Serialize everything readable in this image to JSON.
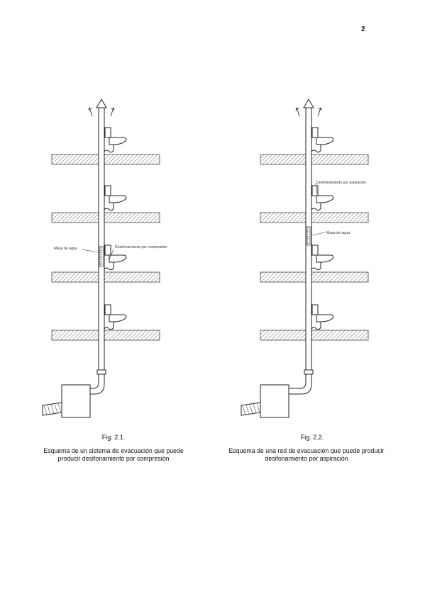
{
  "page_number": "2",
  "figures": [
    {
      "label": "Fig. 2.1.",
      "caption_line1": "Esquema de un sistema de evacuación que puede",
      "caption_line2": "producir desifonamiento por compresión",
      "annotation_water": "Masa de agua",
      "annotation_effect": "Desifonamiento por compresión"
    },
    {
      "label": "Fig. 2.2.",
      "caption_line1": "Esquema de una red de evacuación que puede producir",
      "caption_line2": "desifonamiento por aspiración",
      "annotation_water": "Masa de agua",
      "annotation_effect": "Desifonamiento por aspiración"
    }
  ]
}
